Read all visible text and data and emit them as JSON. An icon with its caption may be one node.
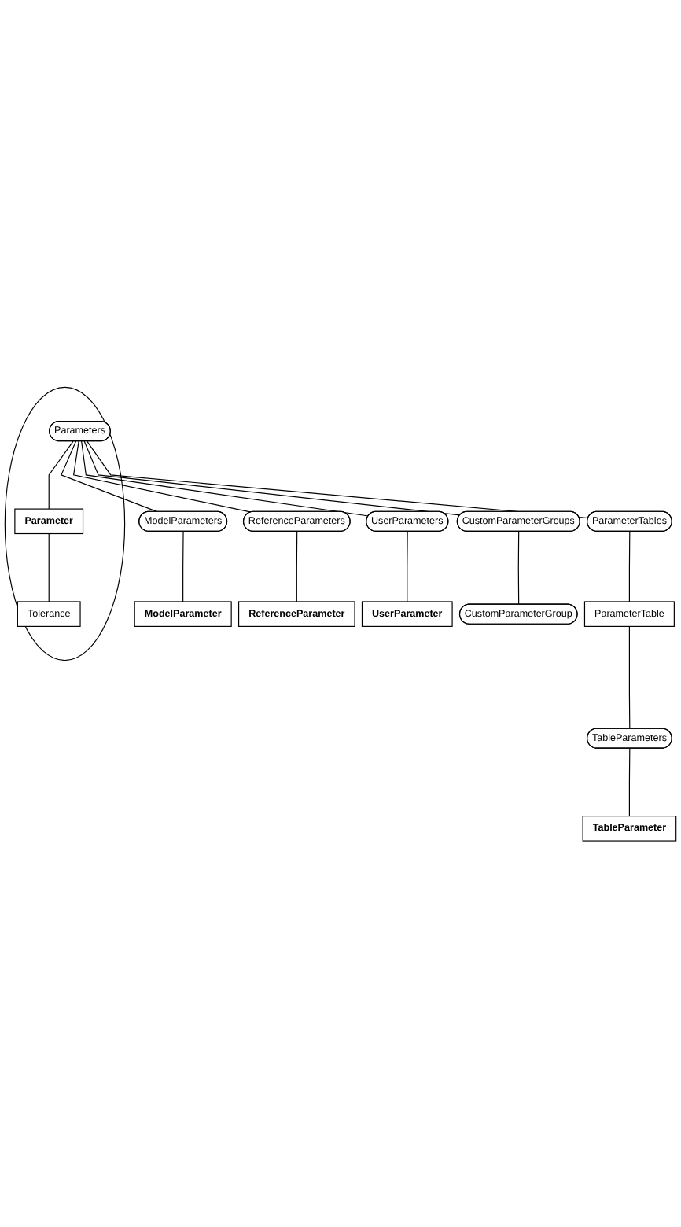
{
  "diagram": {
    "nodes": [
      {
        "text": [],
        "shape": "ellipse"
      },
      {
        "text": [
          "Parameters"
        ],
        "in": 0
      },
      {
        "text": [
          "Parameter"
        ],
        "in": 0
      },
      {
        "text": [
          "Tolerance"
        ],
        "in": 0
      },
      {
        "text": [
          "ModelParameters"
        ]
      },
      {
        "text": [
          "ModelParameter"
        ]
      },
      {
        "text": [
          "ParameterTables"
        ]
      },
      {
        "text": [
          "ParameterTable"
        ]
      },
      {
        "text": [
          "TableParameters"
        ]
      },
      {
        "text": [
          "TableParameter"
        ]
      },
      {
        "text": [
          "ReferenceParameters"
        ]
      },
      {
        "text": [
          "ReferenceParameter"
        ]
      },
      {
        "text": [
          "UserParameters"
        ]
      },
      {
        "text": [
          "UserParameter"
        ]
      },
      {
        "text": [
          "CustomParameterGroups"
        ]
      },
      {
        "text": [
          "CustomParameterGroup"
        ]
      }
    ],
    "edges": [
      {
        "from": 1,
        "to": 2,
        "arrow": "none"
      },
      {
        "from": 2,
        "to": 3,
        "arrow": "none"
      },
      {
        "from": 1,
        "to": 4,
        "arrow": "none"
      },
      {
        "from": 4,
        "to": 5,
        "arrow": "none"
      },
      {
        "from": 1,
        "to": 6,
        "arrow": "none"
      },
      {
        "from": 6,
        "to": 7,
        "arrow": "none"
      },
      {
        "from": 7,
        "to": 8,
        "arrow": "none"
      },
      {
        "from": 8,
        "to": 9,
        "arrow": "none"
      },
      {
        "from": 1,
        "to": 10,
        "arrow": "none"
      },
      {
        "from": 10,
        "to": 11,
        "arrow": "none"
      },
      {
        "from": 1,
        "to": 12,
        "arrow": "none"
      },
      {
        "from": 12,
        "to": 13,
        "arrow": "none"
      },
      {
        "from": 1,
        "to": 14,
        "arrow": "none"
      },
      {
        "from": 14,
        "to": 15,
        "arrow": "none"
      }
    ]
  }
}
